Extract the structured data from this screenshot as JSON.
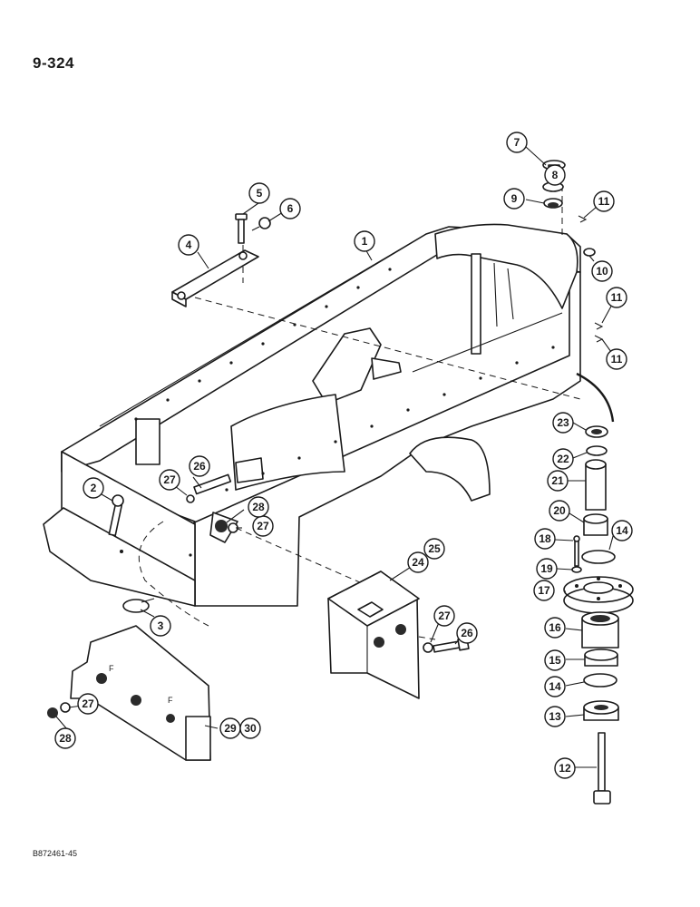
{
  "page": {
    "number": "9-324",
    "drawing_code": "B872461-45"
  },
  "callouts": [
    {
      "label": "1"
    },
    {
      "label": "2"
    },
    {
      "label": "3"
    },
    {
      "label": "4"
    },
    {
      "label": "5"
    },
    {
      "label": "6"
    },
    {
      "label": "7"
    },
    {
      "label": "8"
    },
    {
      "label": "9"
    },
    {
      "label": "10"
    },
    {
      "label": "11"
    },
    {
      "label": "11"
    },
    {
      "label": "11"
    },
    {
      "label": "12"
    },
    {
      "label": "13"
    },
    {
      "label": "14"
    },
    {
      "label": "14"
    },
    {
      "label": "15"
    },
    {
      "label": "16"
    },
    {
      "label": "17"
    },
    {
      "label": "18"
    },
    {
      "label": "19"
    },
    {
      "label": "20"
    },
    {
      "label": "21"
    },
    {
      "label": "22"
    },
    {
      "label": "23"
    },
    {
      "label": "24"
    },
    {
      "label": "25"
    },
    {
      "label": "26"
    },
    {
      "label": "26"
    },
    {
      "label": "27"
    },
    {
      "label": "27"
    },
    {
      "label": "27"
    },
    {
      "label": "27"
    },
    {
      "label": "28"
    },
    {
      "label": "28"
    },
    {
      "label": "29"
    },
    {
      "label": "30"
    }
  ]
}
